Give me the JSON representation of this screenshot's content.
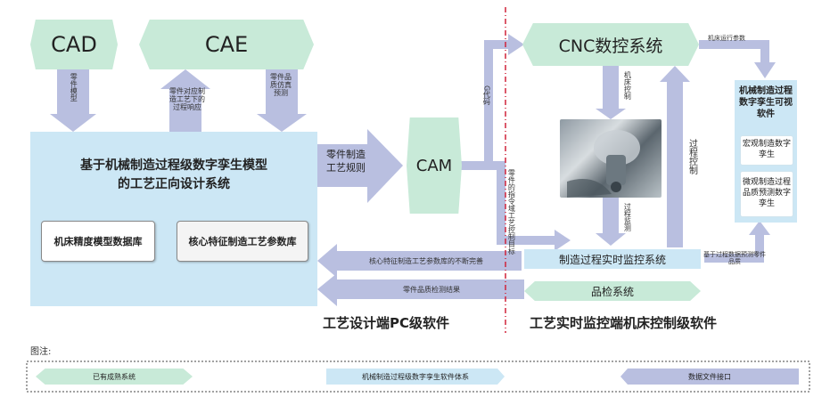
{
  "nodes": {
    "cad": "CAD",
    "cae": "CAE",
    "main_system": "基于机械制造过程级数字孪生模型\n的工艺正向设计系统",
    "db_machine": "机床精度模型数据库",
    "db_feature": "核心特征制造工艺参数库",
    "cam": "CAM",
    "cnc": "CNC数控系统",
    "monitor": "制造过程实时监控系统",
    "inspection": "品检系统",
    "viz_title": "机械制造过程数字孪生可视软件",
    "viz_macro": "宏观制造数字孪生",
    "viz_micro": "微观制造过程品质预测数字孪生"
  },
  "edges": {
    "cad_to_main": "零件模型",
    "main_to_cae": "零件对应制造工艺下的过程响应",
    "cae_to_main": "零件品质仿真预测",
    "main_to_cam": "零件制造工艺规则",
    "cam_gcode": "G代码",
    "cam_monitor": "零件的指令域工艺控制目标",
    "cnc_machine": "机床控制",
    "machine_monitor": "过程监测",
    "monitor_cnc": "过程控制",
    "cnc_viz": "机床运行参数",
    "monitor_viz": "基于过程数据预测零件品质",
    "monitor_main": "核心特征制造工艺参数库的不断完善",
    "inspection_main": "零件品质检测结果"
  },
  "sections": {
    "left": "工艺设计端PC级软件",
    "right": "工艺实时监控端机床控制级软件"
  },
  "legend": {
    "title": "图注:",
    "items": [
      "已有成熟系统",
      "机械制造过程级数字孪生软件体系",
      "数据文件接口"
    ]
  },
  "colors": {
    "mint": "#c8ead8",
    "light_blue": "#cce7f5",
    "lavender": "#b9bfe0",
    "divider": "#d0243a"
  }
}
